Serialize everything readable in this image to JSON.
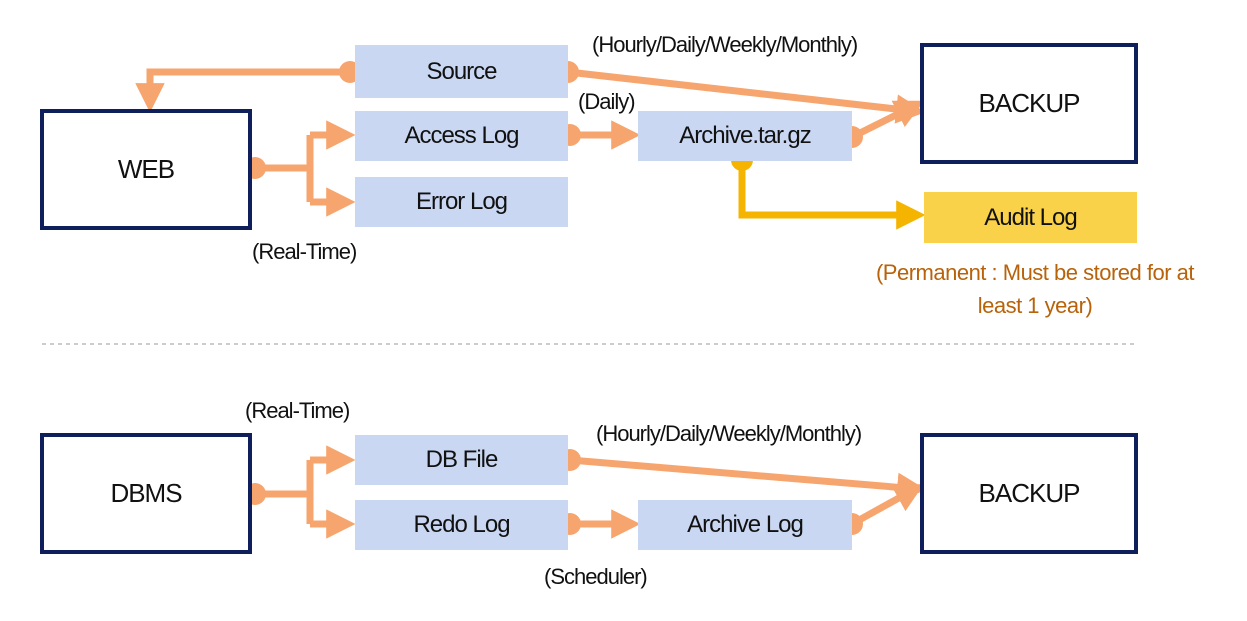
{
  "top": {
    "web_label": "WEB",
    "source_label": "Source",
    "access_log_label": "Access Log",
    "error_log_label": "Error Log",
    "archive_label": "Archive.tar.gz",
    "backup_label": "BACKUP",
    "audit_label": "Audit Log",
    "freq_label": "(Hourly/Daily/Weekly/Monthly)",
    "daily_label": "(Daily)",
    "realtime_label": "(Real-Time)",
    "permanent_note_line1": "(Permanent : Must be stored for at",
    "permanent_note_line2": "least 1 year)"
  },
  "bottom": {
    "dbms_label": "DBMS",
    "db_file_label": "DB File",
    "redo_log_label": "Redo Log",
    "archive_log_label": "Archive Log",
    "backup_label": "BACKUP",
    "realtime_label": "(Real-Time)",
    "freq_label": "(Hourly/Daily/Weekly/Monthly)",
    "scheduler_label": "(Scheduler)"
  },
  "colors": {
    "box_border": "#0f1f5c",
    "block_fill": "#c9d7f2",
    "flow_orange": "#f7a56e",
    "flow_yellow": "#f5b400",
    "audit_fill": "#fad24a",
    "note_text": "#b8620a"
  }
}
